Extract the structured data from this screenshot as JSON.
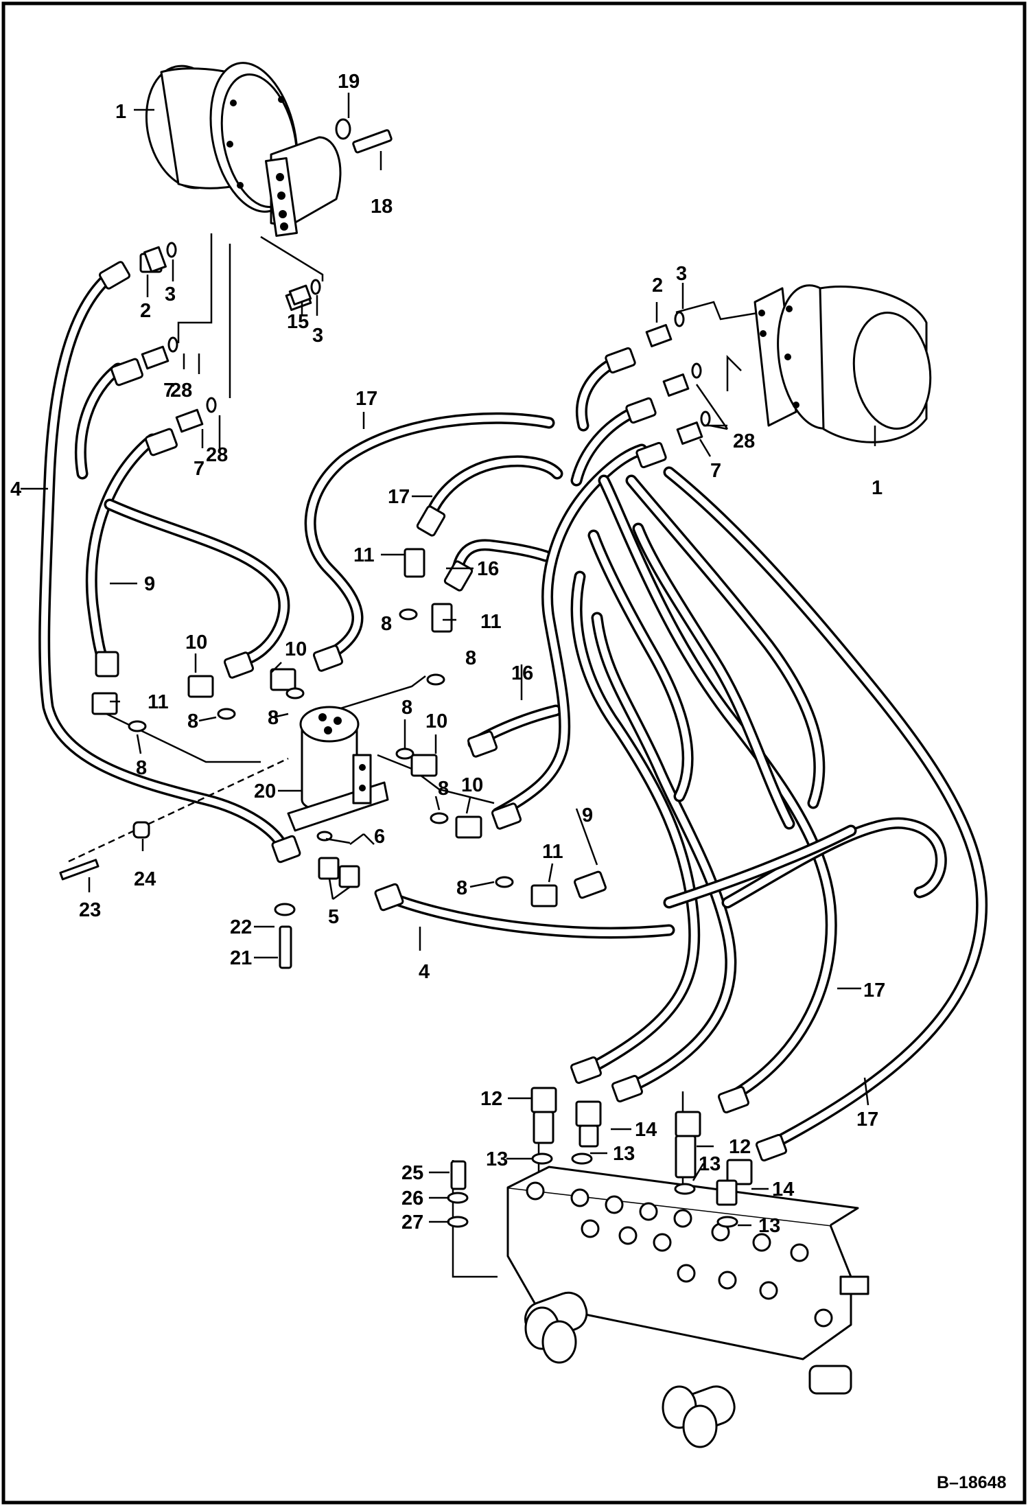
{
  "diagram": {
    "figure_id": "B–18648",
    "callouts": {
      "c1a": "1",
      "c1b": "1",
      "c2a": "2",
      "c2b": "2",
      "c3a": "3",
      "c3b": "3",
      "c3c": "3",
      "c4a": "4",
      "c4b": "4",
      "c5": "5",
      "c6": "6",
      "c7a": "7",
      "c7b": "7",
      "c7c": "7",
      "c8a": "8",
      "c8b": "8",
      "c8c": "8",
      "c8d": "8",
      "c8e": "8",
      "c8f": "8",
      "c8g": "8",
      "c8h": "8",
      "c9a": "9",
      "c9b": "9",
      "c10a": "10",
      "c10b": "10",
      "c10c": "10",
      "c10d": "10",
      "c11a": "11",
      "c11b": "11",
      "c11c": "11",
      "c11d": "11",
      "c12a": "12",
      "c12b": "12",
      "c13a": "13",
      "c13b": "13",
      "c13c": "13",
      "c13d": "13",
      "c14a": "14",
      "c14b": "14",
      "c15": "15",
      "c16a": "16",
      "c16b": "16",
      "c17a": "17",
      "c17b": "17",
      "c17c": "17",
      "c17d": "17",
      "c18": "18",
      "c19": "19",
      "c20": "20",
      "c21": "21",
      "c22": "22",
      "c23": "23",
      "c24": "24",
      "c25": "25",
      "c26": "26",
      "c27": "27",
      "c28a": "28",
      "c28b": "28",
      "c28c": "28"
    }
  }
}
